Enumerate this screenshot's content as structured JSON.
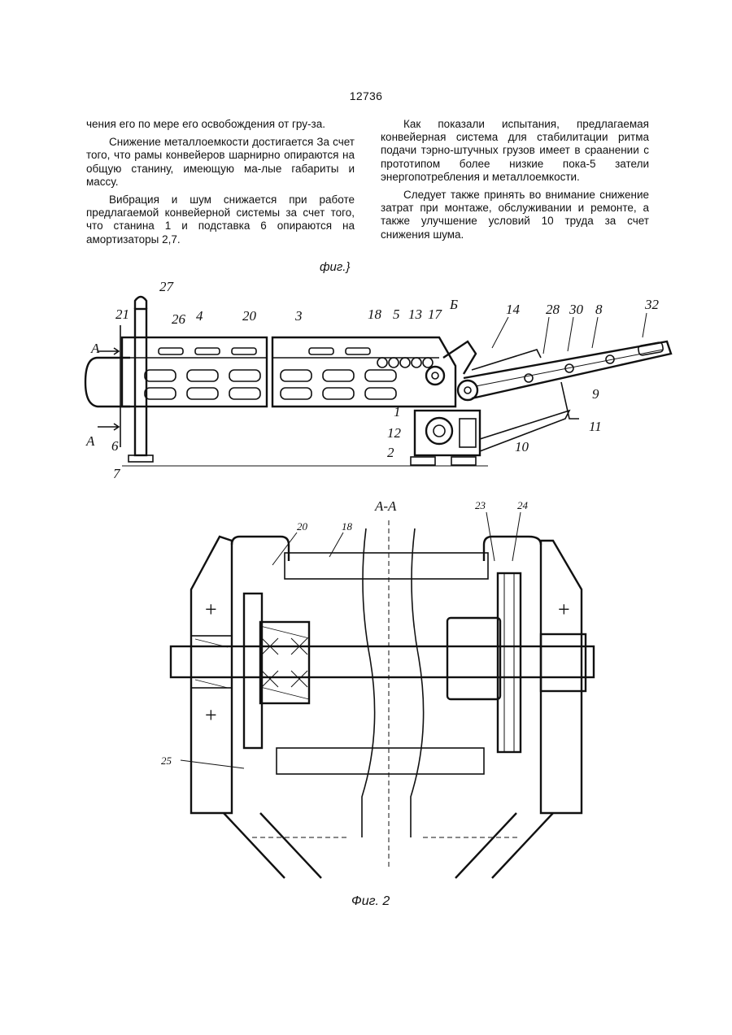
{
  "page_number": "12736",
  "left_column": [
    "чения его по мере его освобождения от гру-за.",
    "Снижение металлоемкости достигается За счет того, что рамы конвейеров шарнирно опираются на общую станину, имеющую ма-лые габариты и массу.",
    "Вибрация и шум снижается при работе предлагаемой конвейерной системы за счет того, что станина 1 и подставка 6 опираются на амортизаторы 2,7."
  ],
  "right_column": [
    "Как показали испытания, предлагаемая конвейерная система для стабилитации ритма подачи тэрно-штучных грузов имеет в сраанении с прототипом более низкие пока-5 затели энергопотребления и металлоемкости.",
    "Следует также принять во внимание снижение затрат при монтаже, обслуживании и ремонте, а также улучшение условий 10 труда за счет снижения шума."
  ],
  "figure1": {
    "caption": "фиг.}",
    "labels": {
      "l27": "27",
      "l21": "21",
      "l26": "26",
      "l4": "4",
      "l20": "20",
      "l3": "3",
      "l18": "18",
      "l5": "5",
      "l13": "13",
      "l17": "17",
      "lB": "Б",
      "l14": "14",
      "l28": "28",
      "l30": "30",
      "l8": "8",
      "l32": "32",
      "l9": "9",
      "l11": "11",
      "l10": "10",
      "l1": "1",
      "l12": "12",
      "l2": "2",
      "l6": "6",
      "l7": "7",
      "lA1": "А",
      "lA2": "А"
    }
  },
  "figure2": {
    "caption": "Фиг. 2",
    "section": "А-А",
    "labels": {
      "l20": "20",
      "l18": "18",
      "l23": "23",
      "l24": "24",
      "l25": "25"
    }
  }
}
